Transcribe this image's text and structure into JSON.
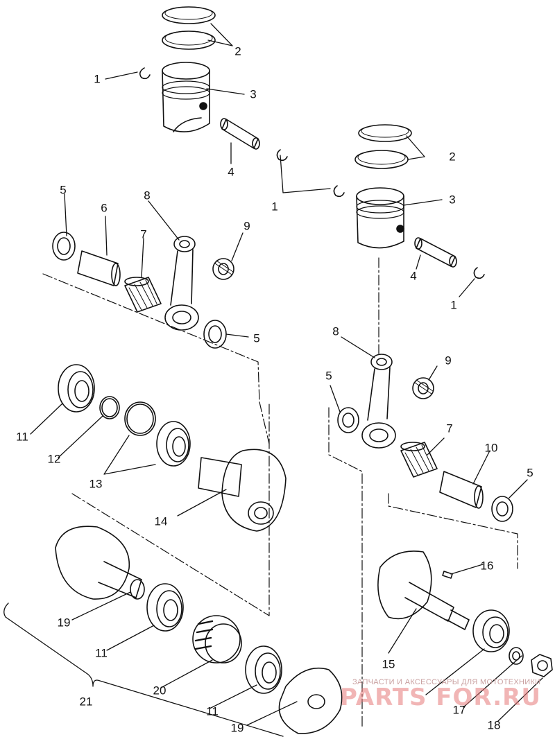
{
  "callouts": [
    "1",
    "2",
    "3",
    "4",
    "1",
    "2",
    "3",
    "4",
    "1",
    "5",
    "6",
    "7",
    "8",
    "9",
    "5",
    "8",
    "9",
    "5",
    "7",
    "10",
    "5",
    "11",
    "12",
    "13",
    "14",
    "16",
    "15",
    "19",
    "11",
    "20",
    "21",
    "11",
    "19",
    "17",
    "18"
  ],
  "watermark": {
    "top_text": "ЗАПЧАСТИ И АКСЕССУАРЫ ДЛЯ МОТОТЕХНИКИ",
    "logo_text": "PARTS FOR.RU"
  },
  "colors": {
    "ink": "#111111",
    "watermark": "#e07070"
  }
}
